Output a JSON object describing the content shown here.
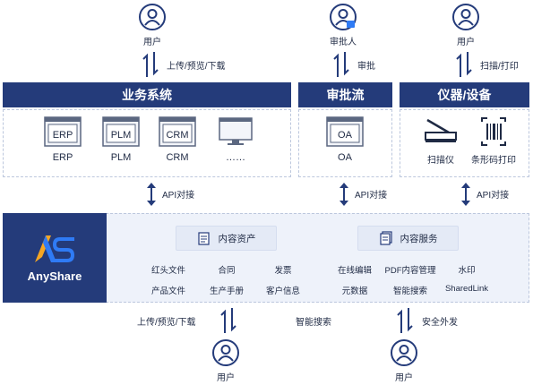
{
  "top_users": [
    {
      "label": "用户",
      "icon": "user-icon"
    },
    {
      "label": "审批人",
      "icon": "approver-icon"
    },
    {
      "label": "用户",
      "icon": "user-icon"
    }
  ],
  "top_arrows": [
    {
      "label": "上传/预览/下载"
    },
    {
      "label": "审批"
    },
    {
      "label": "扫描/打印"
    }
  ],
  "headers": {
    "business": "业务系统",
    "approval": "审批流",
    "devices": "仪器/设备"
  },
  "business_systems": [
    {
      "icon_text": "ERP",
      "label": "ERP"
    },
    {
      "icon_text": "PLM",
      "label": "PLM"
    },
    {
      "icon_text": "CRM",
      "label": "CRM"
    },
    {
      "icon_text": "",
      "label": "……"
    }
  ],
  "approval_systems": [
    {
      "icon_text": "OA",
      "label": "OA"
    }
  ],
  "devices": [
    {
      "label": "扫描仪",
      "icon": "scanner-icon"
    },
    {
      "label": "条形码打印",
      "icon": "barcode-icon"
    }
  ],
  "api_labels": [
    "API对接",
    "API对接",
    "API对接"
  ],
  "core": {
    "logo_text": "AnyShare",
    "content_assets": {
      "title": "内容资产",
      "items": [
        "红头文件",
        "合同",
        "发票",
        "产品文件",
        "生产手册",
        "客户信息"
      ]
    },
    "content_services": {
      "title": "内容服务",
      "items": [
        "在线编辑",
        "PDF内容管理",
        "水印",
        "元数据",
        "智能搜索",
        "SharedLink"
      ]
    }
  },
  "bottom_arrows": [
    {
      "label": "上传/预览/下载"
    },
    {
      "label": "智能搜索"
    },
    {
      "label": "安全外发"
    }
  ],
  "bottom_users": [
    {
      "label": "用户",
      "icon": "user-icon"
    },
    {
      "label": "用户",
      "icon": "user-icon"
    }
  ],
  "colors": {
    "primary": "#243b7a",
    "accent_yellow": "#f5a623",
    "accent_blue": "#2f7bf5",
    "panel_bg": "#eef2fa"
  }
}
